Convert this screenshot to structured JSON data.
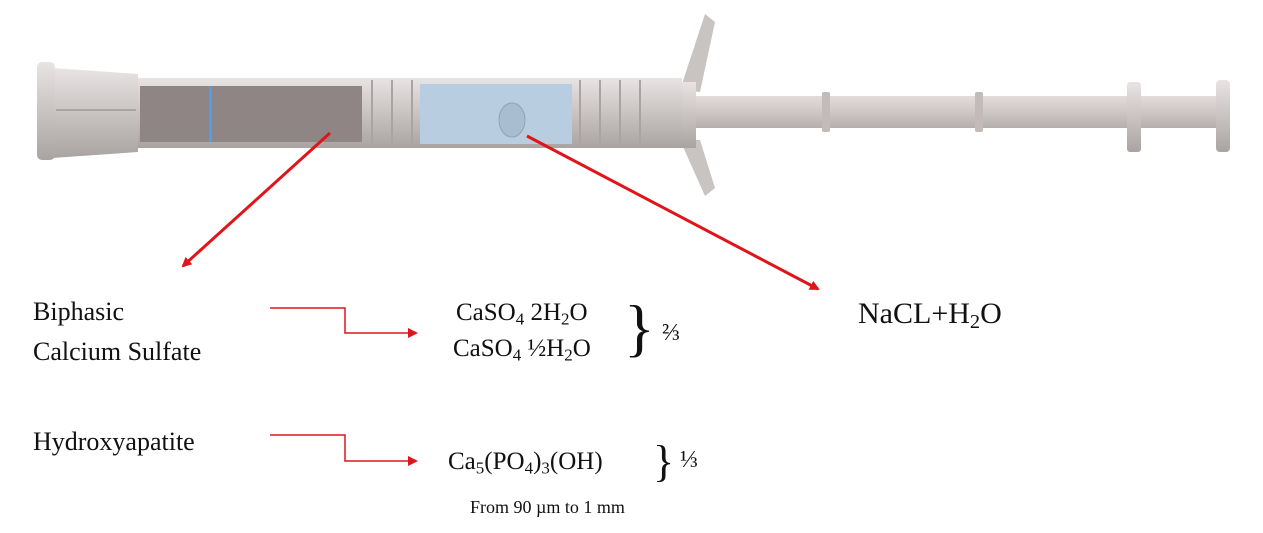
{
  "labels": {
    "biphasic_line1": "Biphasic",
    "biphasic_line2": "Calcium Sulfate",
    "hydroxyapatite": "Hydroxyapatite",
    "saline": {
      "main": "NaCL+H",
      "sub": "2",
      "tail": "O"
    }
  },
  "formulas": {
    "dihydrate": {
      "a": "CaSO",
      "s1": "4",
      "b": " 2H",
      "s2": "2",
      "c": "O"
    },
    "hemihydrate": {
      "a": "CaSO",
      "s1": "4",
      "b": " ½H",
      "s2": "2",
      "c": "O"
    },
    "sulfate_fraction": "⅔",
    "hydroxyapatite": {
      "a": "Ca",
      "s1": "5",
      "b": "(PO",
      "s2": "4",
      "c": ")",
      "s3": "3",
      "d": "(OH)"
    },
    "hydroxyapatite_fraction": "⅓",
    "brace": "}",
    "particle_size": "From 90 µm to 1 mm"
  },
  "colors": {
    "arrow": "#e0141b",
    "powder": "#8f8584",
    "liquid": "#b8cde0",
    "marker": "#4aa0f0",
    "body": "#cfc9c8"
  }
}
